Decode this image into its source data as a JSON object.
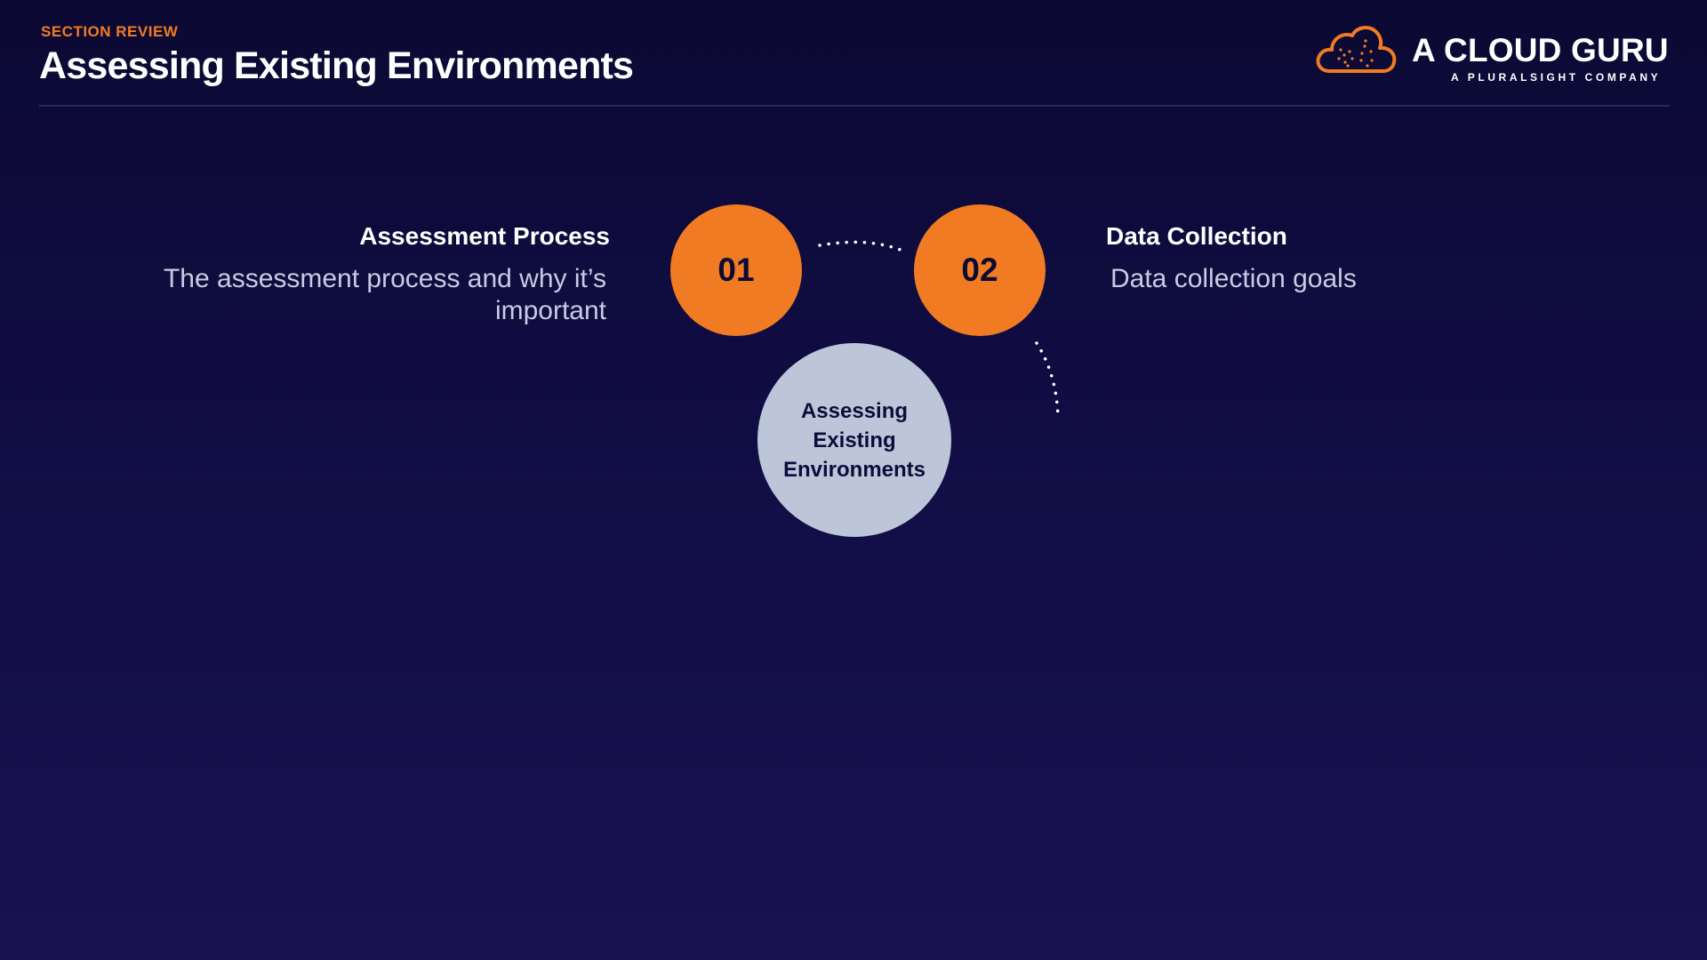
{
  "header": {
    "section_label": "SECTION REVIEW",
    "title": "Assessing Existing Environments"
  },
  "brand": {
    "name": "A CLOUD GURU",
    "tagline": "A PLURALSIGHT COMPANY",
    "icon": "cloud-logo-icon"
  },
  "steps": [
    {
      "number": "01",
      "heading": "Assessment Process",
      "description": "The assessment process and why it’s important"
    },
    {
      "number": "02",
      "heading": "Data Collection",
      "description": "Data collection goals"
    }
  ],
  "center": {
    "label": "Assessing Existing Environments"
  },
  "colors": {
    "accent": "#f07b22",
    "background_top": "#0b0933",
    "background_bottom": "#18124f",
    "center_circle": "#bcc6d8",
    "text_muted": "#c8cbe2"
  }
}
